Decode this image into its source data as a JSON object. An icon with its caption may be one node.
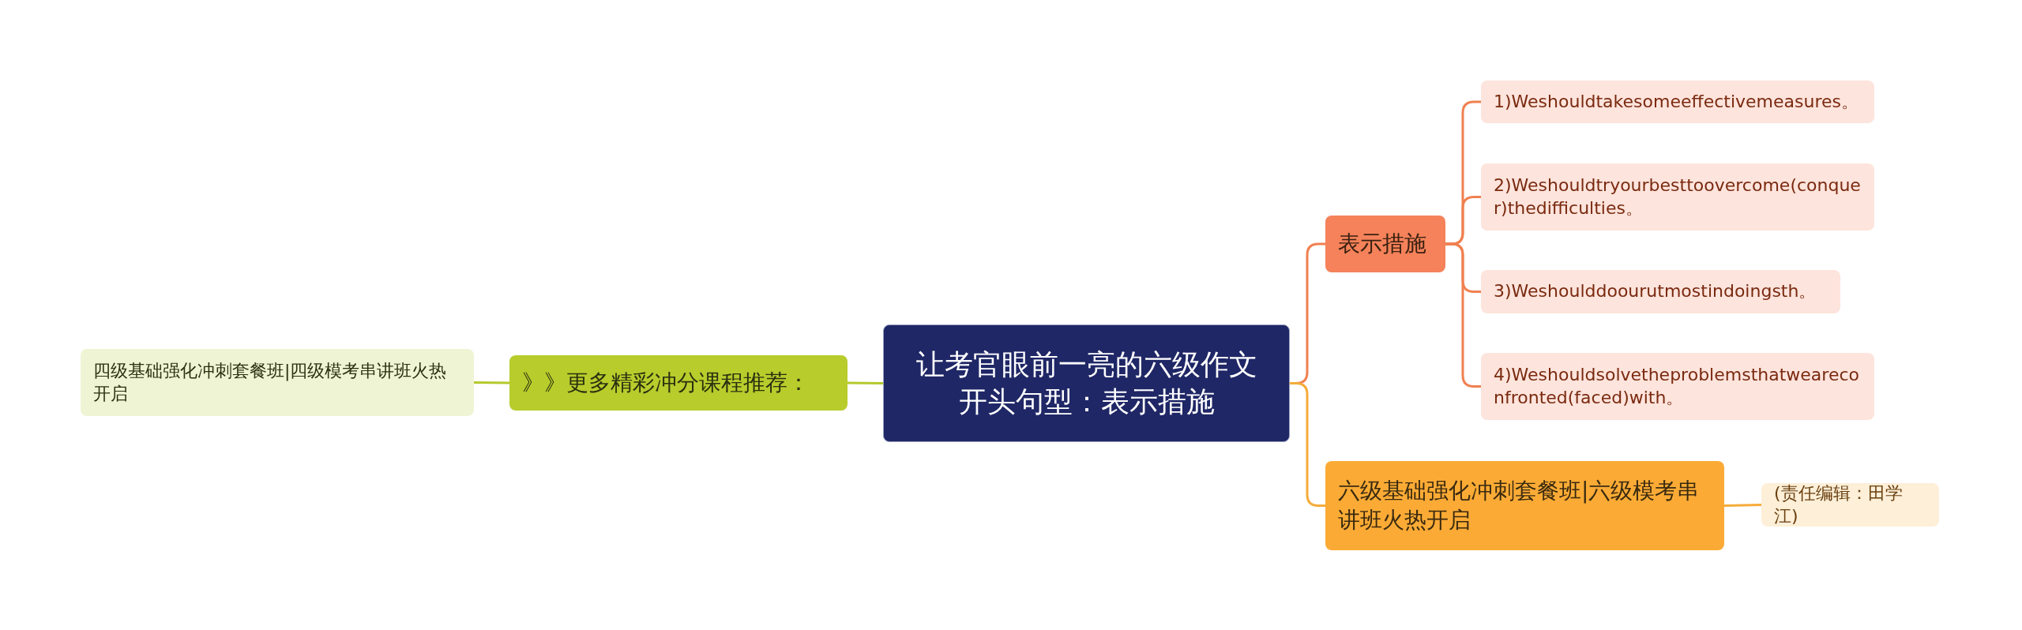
{
  "diagram": {
    "nodes": [
      {
        "text": [
          "让考官眼前一亮的六级作文开头句型：表示措施"
        ]
      },
      {
        "text": [
          "表示措施"
        ]
      },
      {
        "text": [
          "1)Weshouldtakesomeeffectivemeasures。"
        ]
      },
      {
        "text": [
          "2)Weshouldtryourbesttoovercome(conquer)thedifficulties。"
        ]
      },
      {
        "text": [
          "3)Weshoulddoourutmostindoingsth。"
        ]
      },
      {
        "text": [
          "4)Weshouldsolvetheproblemsthatweareconfronted(faced)with。"
        ]
      },
      {
        "text": [
          "六级基础强化冲刺套餐班|六级模考串讲班火热开启"
        ]
      },
      {
        "text": [
          "(责任编辑：田学江)"
        ]
      },
      {
        "text": [
          "》》更多精彩冲分课程推荐："
        ]
      },
      {
        "text": [
          "四级基础强化冲刺套餐班|四级模考串讲班火热开启"
        ]
      }
    ],
    "edges": [
      {
        "from": 0,
        "to": 1,
        "arrow": "none",
        "color": "#f08050"
      },
      {
        "from": 1,
        "to": 2,
        "arrow": "none",
        "color": "#f08050"
      },
      {
        "from": 1,
        "to": 3,
        "arrow": "none",
        "color": "#f08050"
      },
      {
        "from": 1,
        "to": 4,
        "arrow": "none",
        "color": "#f08050"
      },
      {
        "from": 1,
        "to": 5,
        "arrow": "none",
        "color": "#f08050"
      },
      {
        "from": 0,
        "to": 6,
        "arrow": "none",
        "color": "#f5ac3a"
      },
      {
        "from": 6,
        "to": 7,
        "arrow": "none",
        "color": "#f5ac3a"
      },
      {
        "from": 0,
        "to": 8,
        "arrow": "none",
        "color": "#b5c92c"
      },
      {
        "from": 8,
        "to": 9,
        "arrow": "none",
        "color": "#b5c92c"
      }
    ]
  }
}
